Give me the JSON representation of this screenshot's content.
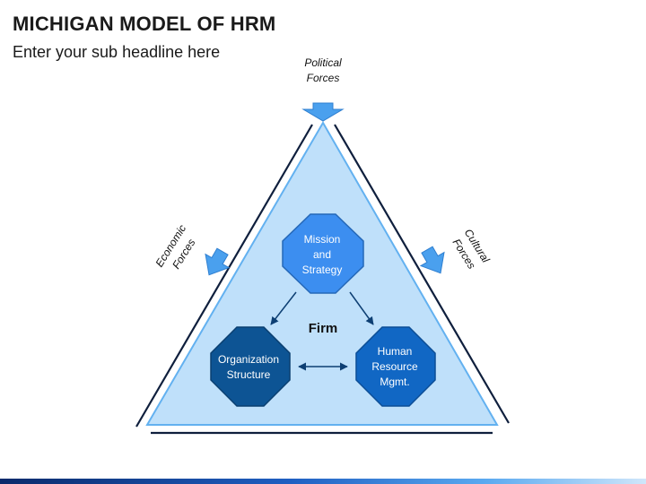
{
  "header": {
    "title": "MICHIGAN MODEL OF HRM",
    "subtitle": "Enter your sub headline here"
  },
  "forces": {
    "political": {
      "line1": "Political",
      "line2": "Forces"
    },
    "economic": {
      "line1": "Economic",
      "line2": "Forces"
    },
    "cultural": {
      "line1": "Cultural",
      "line2": "Forces"
    }
  },
  "center_label": "Firm",
  "nodes": {
    "mission": {
      "lines": [
        "Mission",
        "and",
        "Strategy"
      ],
      "color": "#3c8ef0"
    },
    "organization": {
      "lines": [
        "Organization",
        "Structure"
      ],
      "color": "#0d5494"
    },
    "hr": {
      "lines": [
        "Human",
        "Resource",
        "Mgmt."
      ],
      "color": "#1167c4"
    }
  },
  "colors": {
    "triangle_fill": "#bfe0fa",
    "triangle_stroke": "#63b1f0",
    "arrow_fill": "#4aa0ee",
    "frame_line": "#0f1f3d"
  }
}
